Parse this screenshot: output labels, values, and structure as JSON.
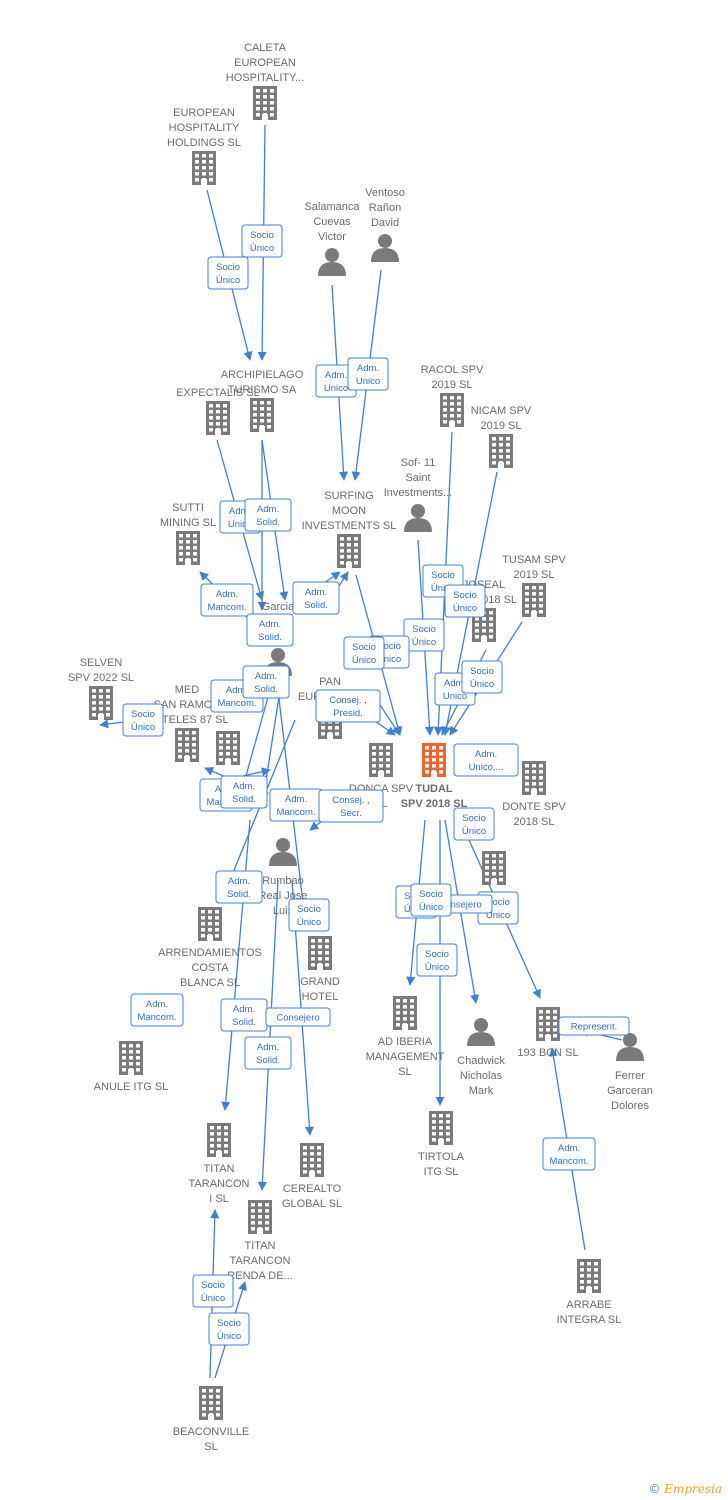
{
  "colors": {
    "edge": "#3f7fd9",
    "node": "#7a7a7a",
    "focus": "#f0642a",
    "label": "#6b6b6b"
  },
  "nodes": [
    {
      "id": "caleta",
      "type": "company",
      "lines": [
        "CALETA",
        "EUROPEAN",
        "HOSPITALITY..."
      ]
    },
    {
      "id": "ehh",
      "type": "company",
      "lines": [
        "EUROPEAN",
        "HOSPITALITY",
        "HOLDINGS  SL"
      ]
    },
    {
      "id": "salamanca",
      "type": "person",
      "lines": [
        "Salamanca",
        "Cuevas",
        "Victor"
      ]
    },
    {
      "id": "ventoso",
      "type": "person",
      "lines": [
        "Ventoso",
        "Rañon",
        "David"
      ]
    },
    {
      "id": "expectalis",
      "type": "company",
      "lines": [
        "EXPECTALIS SL"
      ]
    },
    {
      "id": "archipielago",
      "type": "company",
      "lines": [
        "ARCHIPIELAGO",
        "TURISMO SA"
      ]
    },
    {
      "id": "racol",
      "type": "company",
      "lines": [
        "RACOL SPV",
        "2019  SL"
      ]
    },
    {
      "id": "nicam",
      "type": "company",
      "lines": [
        "NICAM SPV",
        "2019  SL"
      ]
    },
    {
      "id": "sof",
      "type": "person",
      "lines": [
        "Sof- 11",
        "Saint",
        "Investments..."
      ]
    },
    {
      "id": "surfing",
      "type": "company",
      "lines": [
        "SURFING",
        "MOON",
        "INVESTMENTS SL"
      ]
    },
    {
      "id": "sutti",
      "type": "company",
      "lines": [
        "SUTTI",
        "MINING SL"
      ]
    },
    {
      "id": "tusam",
      "type": "company",
      "lines": [
        "TUSAM SPV",
        "2019  SL"
      ]
    },
    {
      "id": "joseal",
      "type": "company",
      "lines": [
        "JOSEAL",
        "SPV 2018  SL"
      ]
    },
    {
      "id": "garcia",
      "type": "person",
      "lines": [
        "Garcia"
      ]
    },
    {
      "id": "selven",
      "type": "company",
      "lines": [
        "SELVEN",
        "SPV 2022  SL"
      ]
    },
    {
      "id": "medsan",
      "type": "company",
      "lines": [
        "MED",
        "SAN RAMON",
        "HOTELES 87  SL"
      ]
    },
    {
      "id": "medsan2",
      "type": "company",
      "lines": []
    },
    {
      "id": "paneurope",
      "type": "company",
      "lines": [
        "PAN",
        "EUROPE ES"
      ]
    },
    {
      "id": "donca",
      "type": "company",
      "lines": [
        "DONCA SPV",
        "SL"
      ]
    },
    {
      "id": "tudal",
      "type": "focus",
      "lines": [
        "TUDAL",
        "SPV 2018  SL"
      ]
    },
    {
      "id": "donte",
      "type": "company",
      "lines": [
        "DONTE SPV",
        "2018  SL"
      ]
    },
    {
      "id": "rumbao",
      "type": "person",
      "lines": [
        "Rumbao",
        "Real Jose",
        "Luis"
      ]
    },
    {
      "id": "arrendamientos",
      "type": "company",
      "lines": [
        "ARRENDAMIENTOS",
        "COSTA",
        "BLANCA SL"
      ]
    },
    {
      "id": "grandhotel",
      "type": "company",
      "lines": [
        "GRAND",
        "HOTEL",
        "..."
      ]
    },
    {
      "id": "hidden1",
      "type": "company",
      "lines": []
    },
    {
      "id": "anule",
      "type": "company",
      "lines": [
        "ANULE ITG  SL"
      ]
    },
    {
      "id": "adiberia",
      "type": "company",
      "lines": [
        "AD IBERIA",
        "MANAGEMENT",
        "SL"
      ]
    },
    {
      "id": "chadwick",
      "type": "person",
      "lines": [
        "Chadwick",
        "Nicholas",
        "Mark"
      ]
    },
    {
      "id": "bcn193",
      "type": "company",
      "lines": [
        "193 BCN  SL"
      ]
    },
    {
      "id": "ferrer",
      "type": "person",
      "lines": [
        "Ferrer",
        "Garceran",
        "Dolores"
      ]
    },
    {
      "id": "tirtola",
      "type": "company",
      "lines": [
        "TIRTOLA",
        "ITG  SL"
      ]
    },
    {
      "id": "titan1",
      "type": "company",
      "lines": [
        "TITAN",
        "TARANCON",
        "I  SL"
      ]
    },
    {
      "id": "cerealto",
      "type": "company",
      "lines": [
        "CEREALTO",
        "GLOBAL  SL"
      ]
    },
    {
      "id": "titan2",
      "type": "company",
      "lines": [
        "TITAN",
        "TARANCON",
        "RENDA DE..."
      ]
    },
    {
      "id": "arrabe",
      "type": "company",
      "lines": [
        "ARRABE",
        "INTEGRA SL"
      ]
    },
    {
      "id": "beaconville",
      "type": "company",
      "lines": [
        "BEACONVILLE",
        "SL"
      ]
    }
  ],
  "relations": [
    {
      "lines": [
        "Socio",
        "Único"
      ]
    },
    {
      "lines": [
        "Socio",
        "Único"
      ]
    },
    {
      "lines": [
        "Adm.",
        "Unico"
      ]
    },
    {
      "lines": [
        "Adm.",
        "Unico"
      ]
    },
    {
      "lines": [
        "Adm.",
        "Unico"
      ]
    },
    {
      "lines": [
        "Adm.",
        "Solid."
      ]
    },
    {
      "lines": [
        "Adm.",
        "Mancom."
      ]
    },
    {
      "lines": [
        "Adm.",
        "Solid."
      ]
    },
    {
      "lines": [
        "Adm.",
        "Solid."
      ]
    },
    {
      "lines": [
        "Socio",
        "Único"
      ]
    },
    {
      "lines": [
        "Socio",
        "Único"
      ]
    },
    {
      "lines": [
        "Socio",
        "Único"
      ]
    },
    {
      "lines": [
        "Socio",
        "Único"
      ]
    },
    {
      "lines": [
        "Socio",
        "Único"
      ]
    },
    {
      "lines": [
        "Socio",
        "Único"
      ]
    },
    {
      "lines": [
        "Adm.",
        "Unico"
      ]
    },
    {
      "lines": [
        "Socio",
        "Único"
      ]
    },
    {
      "lines": [
        "Adm.",
        "Mancom."
      ]
    },
    {
      "lines": [
        "Adm.",
        "Solid."
      ]
    },
    {
      "lines": [
        "Consej. ,",
        "Presid."
      ]
    },
    {
      "lines": [
        "Adm.",
        "Unico,..."
      ]
    },
    {
      "lines": [
        "Socio",
        "Único"
      ]
    },
    {
      "lines": [
        "Adm.",
        "Mancom."
      ]
    },
    {
      "lines": [
        "Adm.",
        "Solid."
      ]
    },
    {
      "lines": [
        "Adm.",
        "Mancom."
      ]
    },
    {
      "lines": [
        "Consej. ,",
        "Secr."
      ]
    },
    {
      "lines": [
        "Socio",
        "Único"
      ]
    },
    {
      "lines": [
        "Adm.",
        "Solid."
      ]
    },
    {
      "lines": [
        "Socio",
        "Único"
      ]
    },
    {
      "lines": [
        "Consejero"
      ]
    },
    {
      "lines": [
        "Socio",
        "Único"
      ]
    },
    {
      "lines": [
        "Adm.",
        "Mancom."
      ]
    },
    {
      "lines": [
        "Socio",
        "Único"
      ]
    },
    {
      "lines": [
        "Socio",
        "Único"
      ]
    },
    {
      "lines": [
        "Adm.",
        "Solid."
      ]
    },
    {
      "lines": [
        "Consejero"
      ]
    },
    {
      "lines": [
        "Adm.",
        "Solid."
      ]
    },
    {
      "lines": [
        "Represent."
      ]
    },
    {
      "lines": [
        "Adm.",
        "Mancom."
      ]
    },
    {
      "lines": [
        "Socio",
        "Único"
      ]
    },
    {
      "lines": [
        "Socio",
        "Único"
      ]
    }
  ],
  "footer": {
    "copyright": "©",
    "brand": "Empresia"
  }
}
